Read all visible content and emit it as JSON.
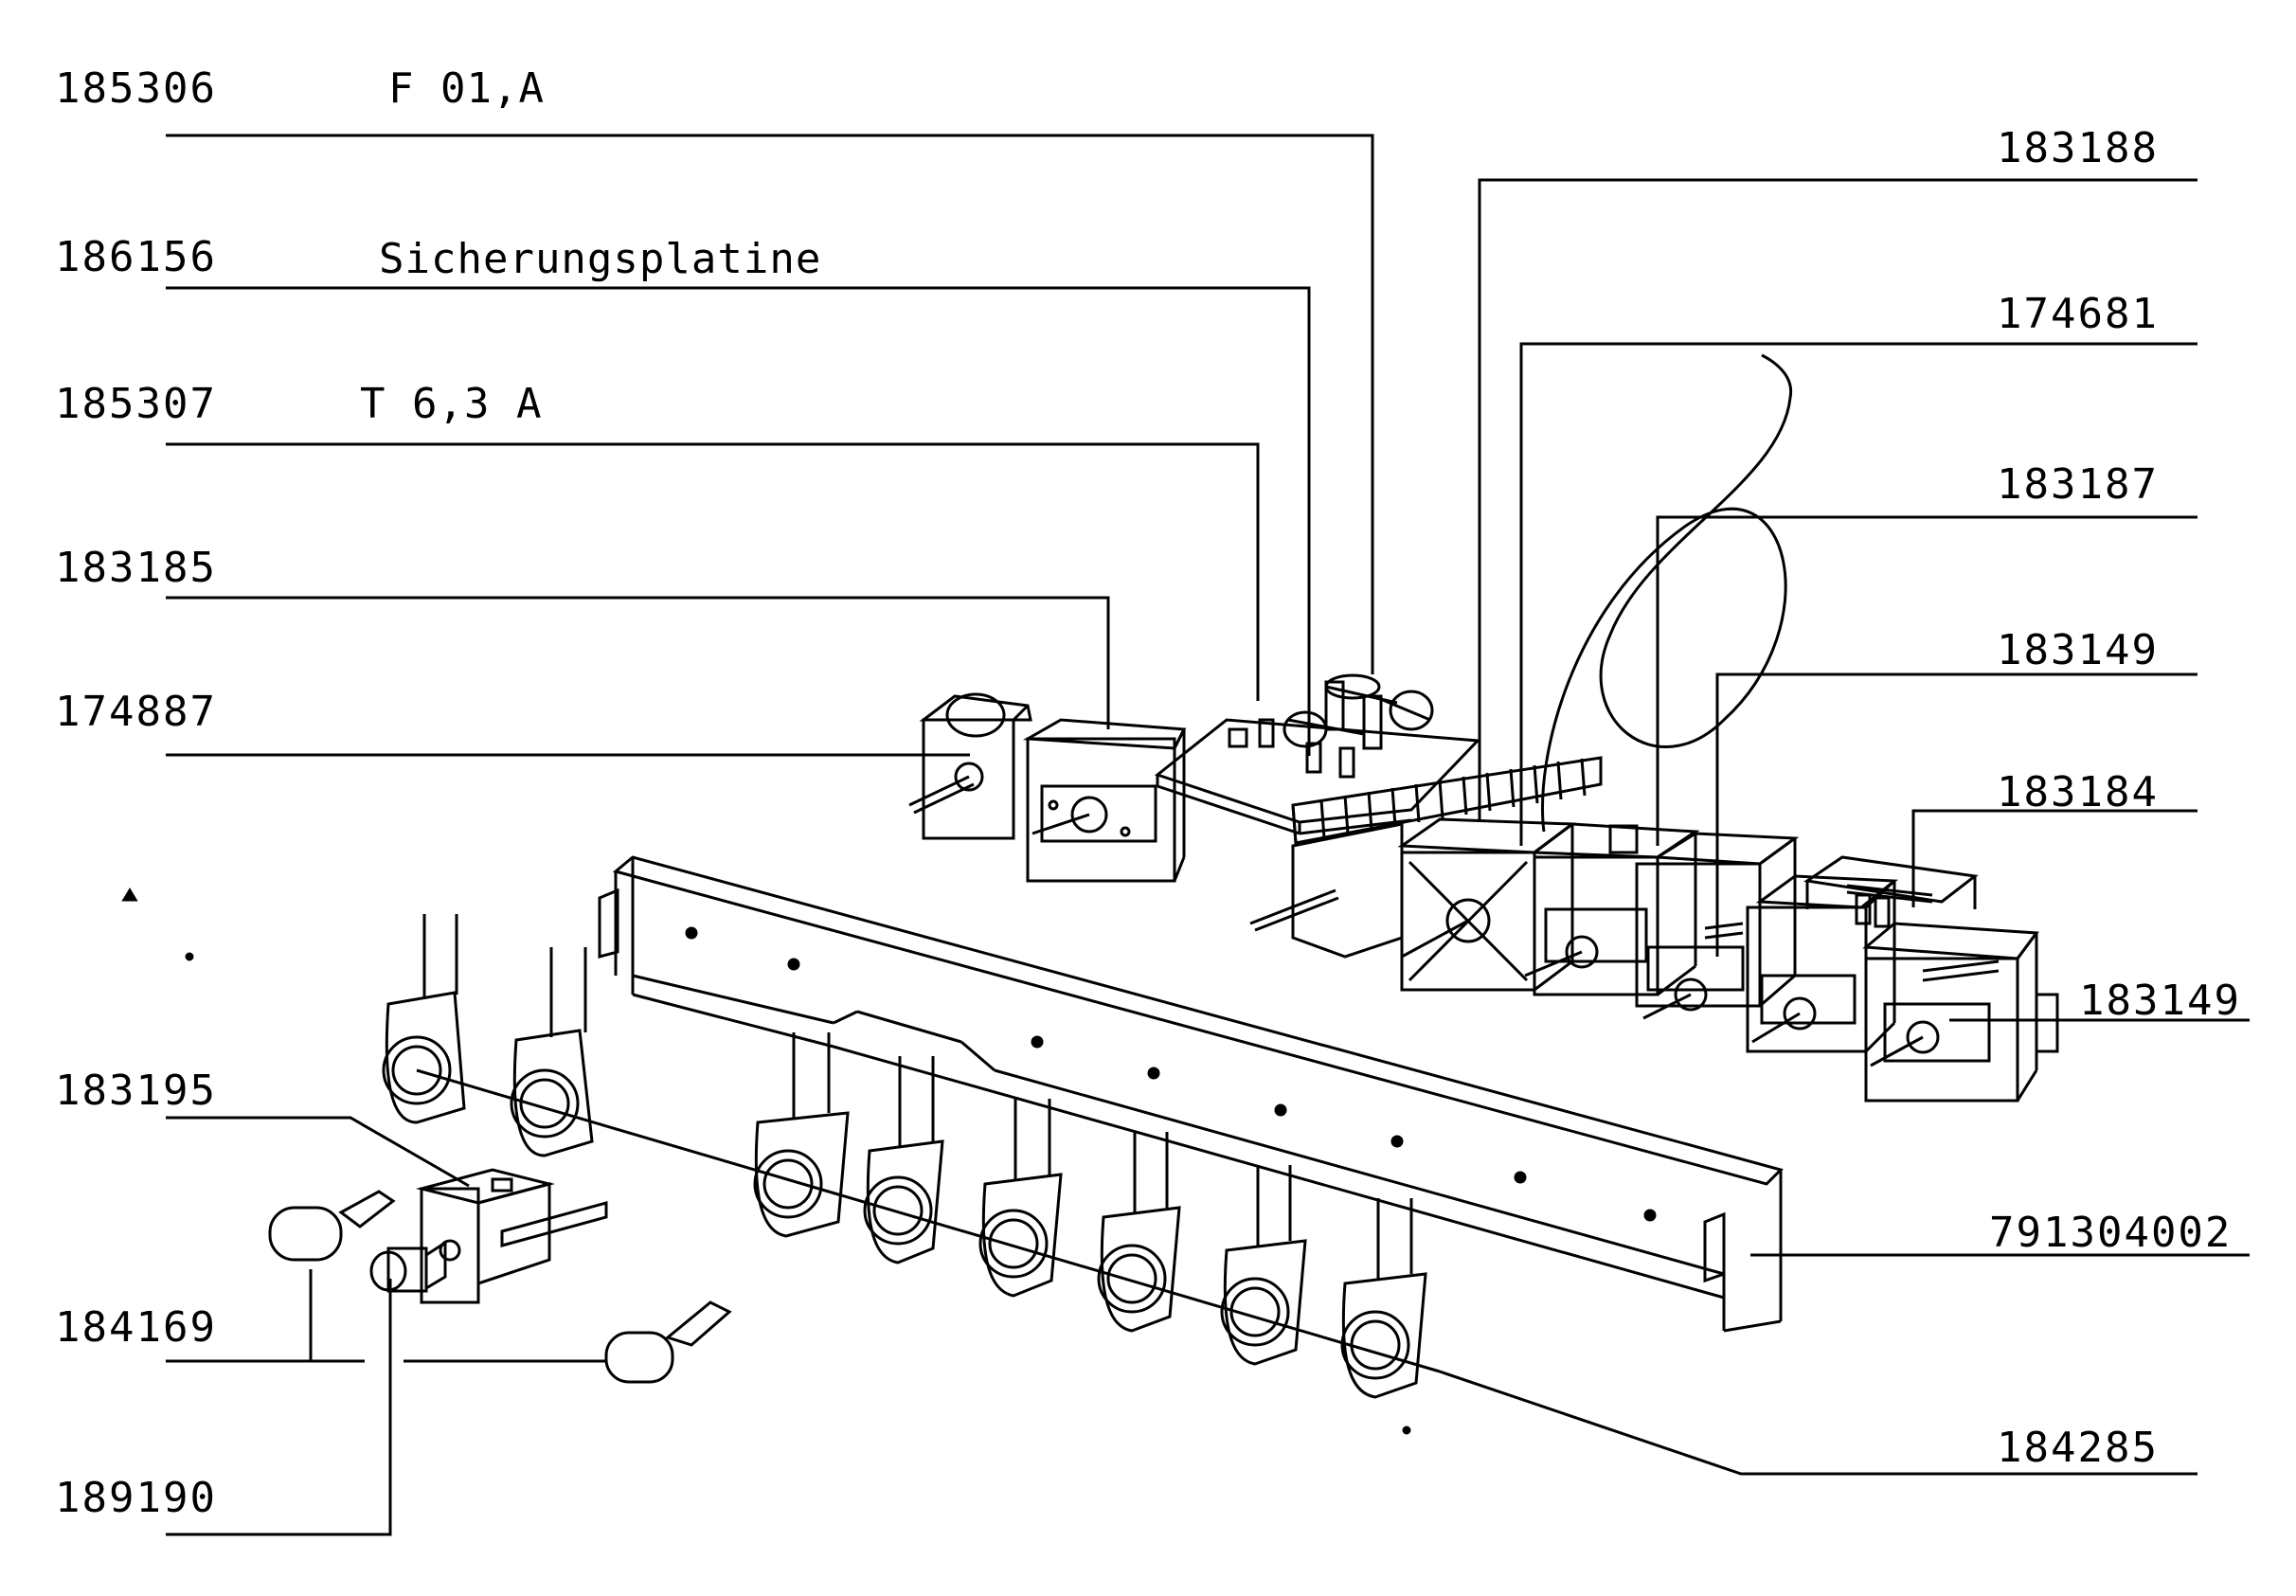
{
  "parts": [
    {
      "number": "185306",
      "description": "F 01,A"
    },
    {
      "number": "186156",
      "description": "Sicherungsplatine"
    },
    {
      "number": "185307",
      "description": "T 6,3 A"
    },
    {
      "number": "183185",
      "description": ""
    },
    {
      "number": "174887",
      "description": ""
    },
    {
      "number": "183195",
      "description": ""
    },
    {
      "number": "184169",
      "description": ""
    },
    {
      "number": "189190",
      "description": ""
    },
    {
      "number": "183188",
      "description": ""
    },
    {
      "number": "174681",
      "description": ""
    },
    {
      "number": "183187",
      "description": ""
    },
    {
      "number": "183149",
      "description": ""
    },
    {
      "number": "183184",
      "description": ""
    },
    {
      "number": "183149",
      "description": ""
    },
    {
      "number": "791304002",
      "description": ""
    },
    {
      "number": "184285",
      "description": ""
    }
  ]
}
